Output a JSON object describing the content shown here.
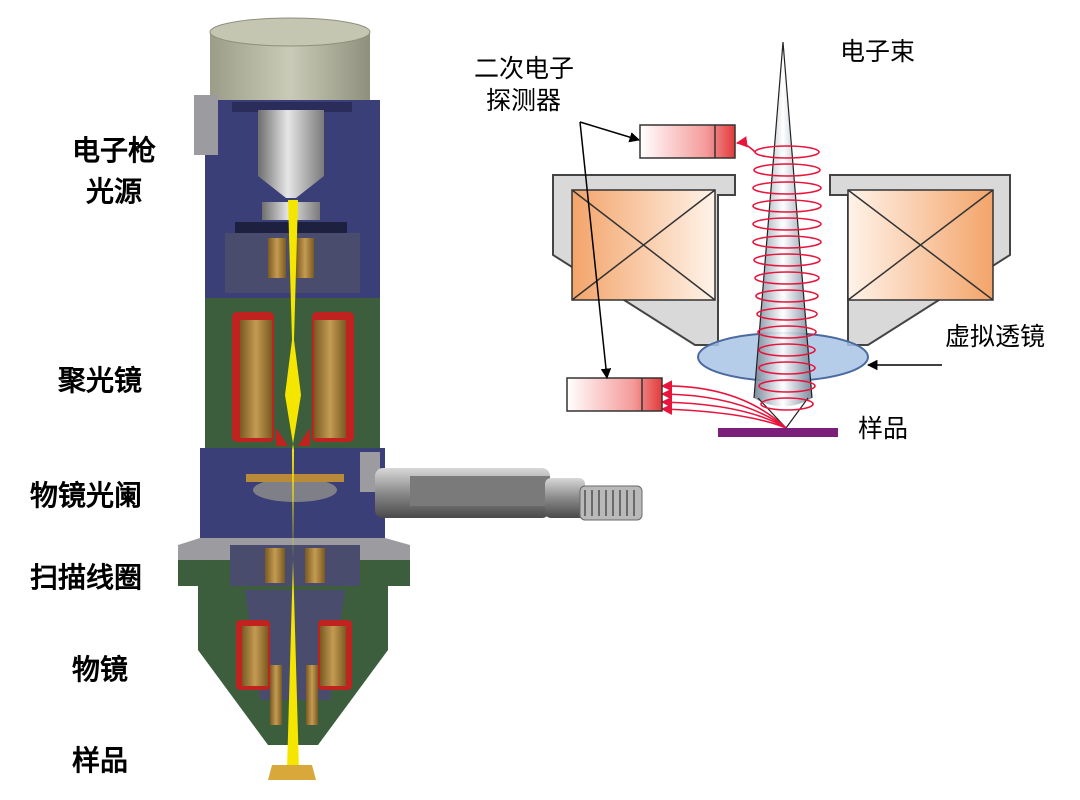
{
  "column_labels": {
    "gun_line1": "电子枪",
    "gun_line2": "光源",
    "condenser": "聚光镜",
    "aperture": "物镜光阑",
    "scan_coil": "扫描线圈",
    "objective": "物镜",
    "sample": "样品"
  },
  "detector_labels": {
    "detector_line1": "二次电子",
    "detector_line2": "探测器",
    "beam": "电子束",
    "virtual_lens": "虚拟透镜",
    "sample": "样品"
  },
  "colors": {
    "beam": "#f5e600",
    "column_blue": "#3b3f78",
    "column_green": "#3c5e3c",
    "coil_copper": "#a07c3a",
    "coil_red": "#c0231f",
    "spiral": "#e8143c",
    "lens_fill": "#a9c4e6",
    "sample_bar": "#7b1f7a"
  }
}
